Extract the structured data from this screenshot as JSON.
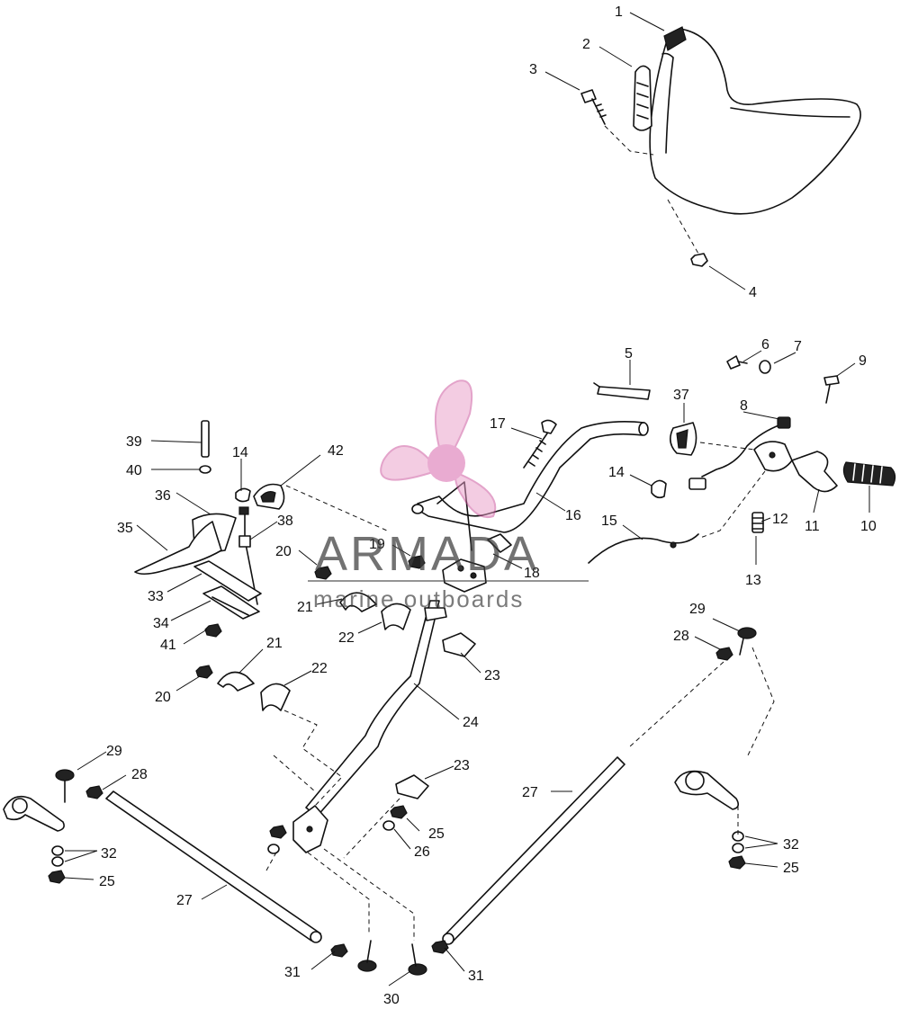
{
  "watermark": {
    "brand": "ARMADA",
    "tagline": "marine outboards",
    "logo_color": "#e89bc6"
  },
  "callouts": [
    "1",
    "2",
    "3",
    "4",
    "5",
    "6",
    "7",
    "8",
    "9",
    "10",
    "11",
    "12",
    "13",
    "14",
    "14",
    "15",
    "16",
    "17",
    "18",
    "19",
    "20",
    "20",
    "21",
    "21",
    "22",
    "22",
    "23",
    "23",
    "24",
    "25",
    "25",
    "25",
    "26",
    "27",
    "27",
    "28",
    "28",
    "29",
    "29",
    "30",
    "31",
    "31",
    "32",
    "32",
    "33",
    "34",
    "35",
    "36",
    "37",
    "38",
    "39",
    "40",
    "41",
    "42"
  ]
}
